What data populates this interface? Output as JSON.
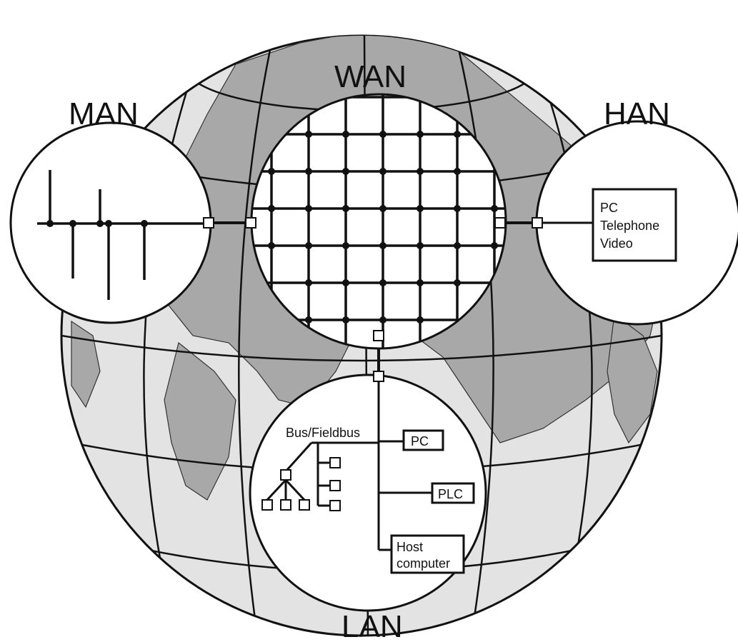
{
  "labels": {
    "wan": "WAN",
    "man": "MAN",
    "han": "HAN",
    "lan": "LAN"
  },
  "han_devices": [
    "PC",
    "Telephone",
    "Video"
  ],
  "lan": {
    "bus_label": "Bus/Fieldbus",
    "pc": "PC",
    "plc": "PLC",
    "host_line1": "Host",
    "host_line2": "computer"
  },
  "colors": {
    "ocean": "#e3e3e3",
    "land": "#a8a8a8",
    "lines": "#111111",
    "background": "#ffffff"
  }
}
